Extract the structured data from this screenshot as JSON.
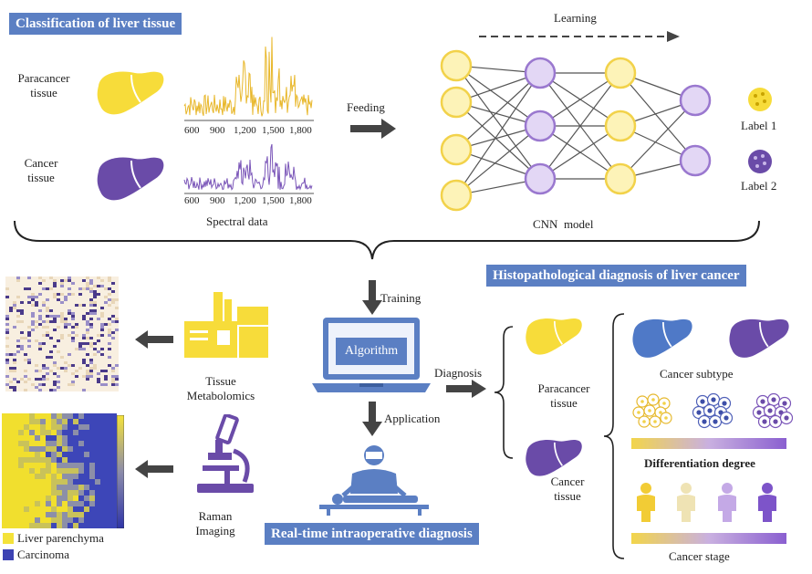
{
  "top_section": {
    "title": "Classification of liver tissue",
    "paracancer_label": "Paracancer\ntissue",
    "cancer_label": "Cancer\ntissue",
    "spectral_label": "Spectral data",
    "spectrum_ticks": [
      "600",
      "900",
      "1,200",
      "1,500",
      "1,800"
    ],
    "feeding_label": "Feeding",
    "learning_label": "Learning",
    "cnn_label": "CNN  model",
    "label1": "Label 1",
    "label2": "Label 2"
  },
  "bottom_section": {
    "training_label": "Training",
    "algorithm_label": "Algorithm",
    "application_label": "Application",
    "diagnosis_label": "Diagnosis",
    "intraop_title": "Real-time intraoperative diagnosis",
    "histo_title": "Histopathological diagnosis of  liver cancer",
    "tissue_metabolomics": "Tissue\nMetabolomics",
    "raman_imaging": "Raman\nImaging",
    "legend_liver": "Liver parenchyma",
    "legend_carcinoma": "Carcinoma",
    "paracancer_label": "Paracancer\ntissue",
    "cancer_label": "Cancer\ntissue",
    "cancer_subtype": "Cancer subtype",
    "differentiation": "Differentiation degree",
    "cancer_stage": "Cancer stage"
  },
  "colors": {
    "banner": "#5b7fc3",
    "yellow": "#f7dc3a",
    "purple": "#6a4ba8",
    "blue": "#4f79c7",
    "node_yellow": "#fdf3b8",
    "node_purple": "#e3d7f5"
  }
}
